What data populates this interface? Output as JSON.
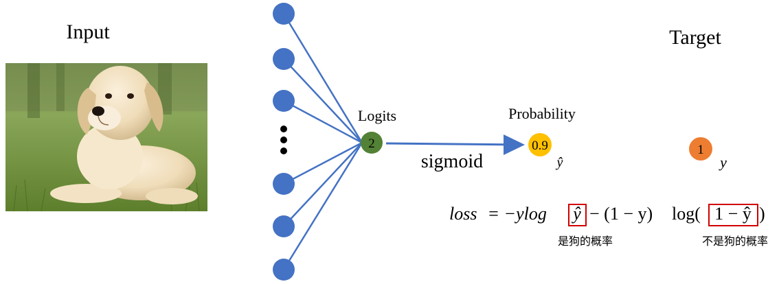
{
  "labels": {
    "input": "Input",
    "target": "Target",
    "logits": "Logits",
    "probability": "Probability",
    "sigmoid": "sigmoid"
  },
  "nodes": {
    "logit_value": "2",
    "probability_value": "0.9",
    "target_value": "1",
    "y_hat": "ŷ",
    "y": "y"
  },
  "formula": {
    "lhs": "loss",
    "eq_minus_ylog": " = −ylog",
    "y_hat_boxed": "ŷ",
    "minus_one_minus_y": "− (1 − y)",
    "log": "log(",
    "one_minus_y_hat_boxed": "1 − ŷ",
    "close_paren": ")"
  },
  "annotations": {
    "is_dog_probability": "是狗的概率",
    "not_dog_probability": "不是狗的概率"
  },
  "image": {
    "subject": "labrador-puppy-on-grass"
  },
  "colors": {
    "input_neuron": "#4472c4",
    "connection": "#4472c4",
    "logit_node": "#538135",
    "probability_node": "#ffc000",
    "target_node": "#ed7d31",
    "highlight_box": "#d00000"
  }
}
